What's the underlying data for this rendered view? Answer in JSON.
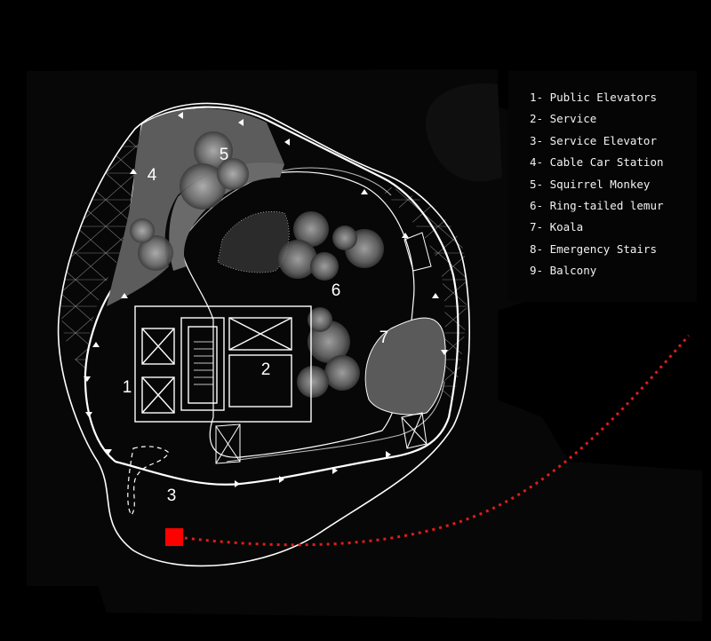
{
  "colors": {
    "background": "#000000",
    "outline": "#ffffff",
    "planted_area": "#5a5a5a",
    "habitat_mesh": "#9a9a9a",
    "cable_route": "#e01b1b",
    "cable_station": "#ff0000"
  },
  "zone_labels": [
    {
      "id": "1",
      "text": "1"
    },
    {
      "id": "2",
      "text": "2"
    },
    {
      "id": "3",
      "text": "3"
    },
    {
      "id": "4",
      "text": "4"
    },
    {
      "id": "5",
      "text": "5"
    },
    {
      "id": "6",
      "text": "6"
    },
    {
      "id": "7",
      "text": "7"
    }
  ],
  "legend": {
    "items": [
      "1- Public Elevators",
      "2- Service",
      "3- Service Elevator",
      "4- Cable Car Station",
      "5- Squirrel Monkey",
      "6- Ring-tailed lemur",
      "7- Koala",
      "8- Emergency Stairs",
      "9- Balcony"
    ]
  },
  "icons": {
    "tree": "tree-canopy-icon",
    "arrow": "path-arrow-icon",
    "stairs": "stairs-icon",
    "elevator": "elevator-shaft-icon"
  }
}
